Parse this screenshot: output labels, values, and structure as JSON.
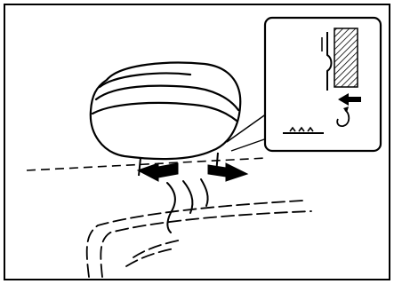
{
  "figure": {
    "subject": "headrest-installation-diagram",
    "elements": [
      "headrest",
      "release-arrows",
      "seat-back",
      "detail-inset",
      "push-arrow",
      "curved-arrow"
    ],
    "line_color": "#000000",
    "background_color": "#ffffff"
  }
}
